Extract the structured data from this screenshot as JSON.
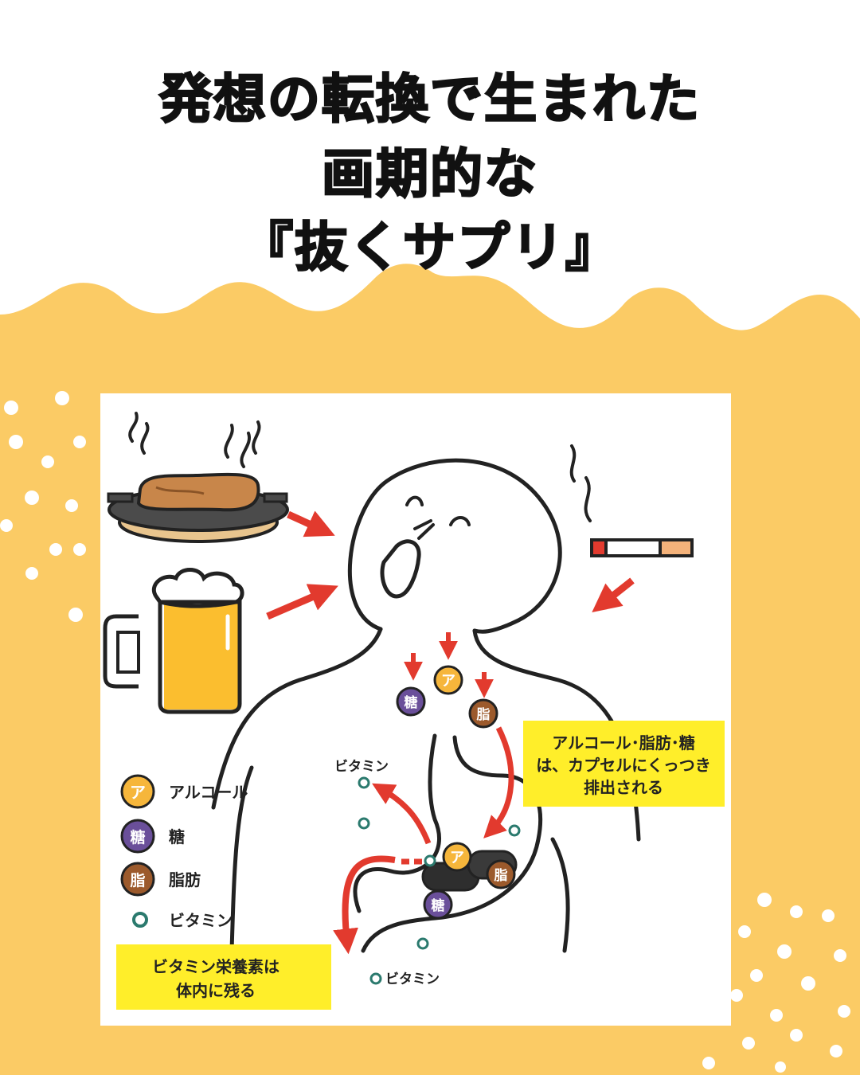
{
  "title": {
    "line1": "発想の転換で生まれた",
    "line2": "画期的な",
    "line3": "『抜くサプリ』"
  },
  "colors": {
    "background_orange": "#FBCB65",
    "cloud_white": "#FFFFFF",
    "panel_white": "#FFFFFF",
    "arrow_red": "#E23A2E",
    "callout_yellow": "#FFEE2A",
    "alcohol_badge": "#F6B63B",
    "sugar_badge": "#6A4F9A",
    "fat_badge": "#9C5A2C",
    "vitamin_dot": "#2B7A6E"
  },
  "diagram": {
    "badges": {
      "alcohol": "ア",
      "sugar": "糖",
      "fat": "脂"
    },
    "vitamin_label": "ビタミン",
    "callout_right": {
      "line1": "アルコール･脂肪･糖",
      "line2": "は、カプセルにくっつき",
      "line3": "排出される"
    },
    "callout_left": {
      "line1": "ビタミン栄養素は",
      "line2": "体内に残る"
    },
    "legend": {
      "alcohol": "アルコール",
      "sugar": "糖",
      "fat": "脂肪",
      "vitamin": "ビタミン"
    }
  }
}
